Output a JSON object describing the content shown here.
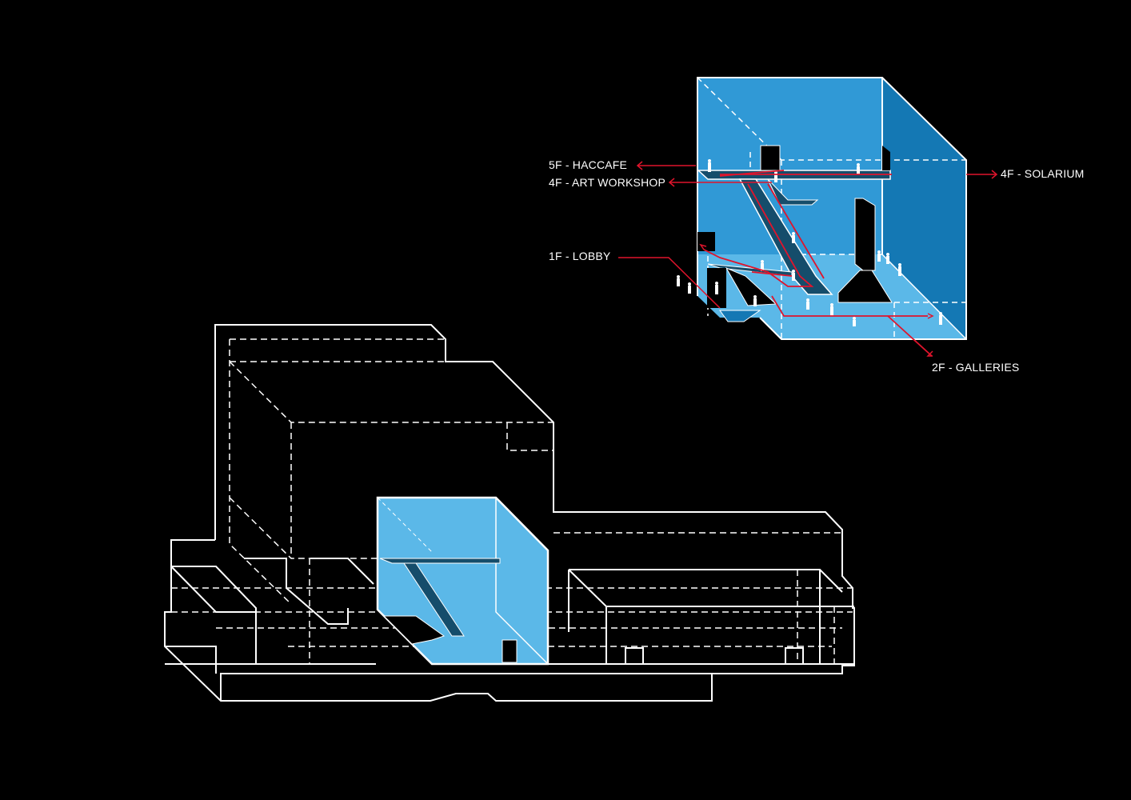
{
  "labels": {
    "haccafe": "5F - HACCAFE",
    "art_workshop": "4F - ART WORKSHOP",
    "lobby": "1F - LOBBY",
    "solarium": "4F - SOLARIUM",
    "galleries": "2F - GALLERIES"
  },
  "colors": {
    "background": "#000000",
    "cube_back": "#3099d6",
    "cube_side": "#1478b4",
    "floor": "#5bb8e8",
    "ramp": "#154d6b",
    "arrow": "#e0142c",
    "line": "#ffffff"
  }
}
